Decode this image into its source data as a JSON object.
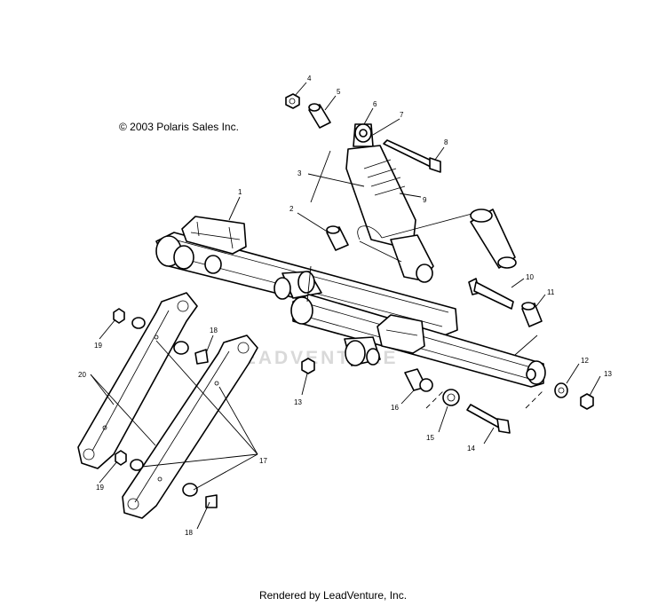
{
  "copyright": "© 2003 Polaris Sales Inc.",
  "footer": "Rendered by LeadVenture, Inc.",
  "watermark": "LEADVENTURE",
  "callouts": [
    {
      "id": "c1",
      "label": "1"
    },
    {
      "id": "c2",
      "label": "2"
    },
    {
      "id": "c3",
      "label": "3"
    },
    {
      "id": "c4",
      "label": "4"
    },
    {
      "id": "c5",
      "label": "5"
    },
    {
      "id": "c6",
      "label": "6"
    },
    {
      "id": "c7",
      "label": "7"
    },
    {
      "id": "c8",
      "label": "8"
    },
    {
      "id": "c9",
      "label": "9"
    },
    {
      "id": "c10",
      "label": "10"
    },
    {
      "id": "c11",
      "label": "11"
    },
    {
      "id": "c12",
      "label": "12"
    },
    {
      "id": "c13a",
      "label": "13"
    },
    {
      "id": "c13b",
      "label": "13"
    },
    {
      "id": "c14",
      "label": "14"
    },
    {
      "id": "c15",
      "label": "15"
    },
    {
      "id": "c16",
      "label": "16"
    },
    {
      "id": "c17",
      "label": "17"
    },
    {
      "id": "c18a",
      "label": "18"
    },
    {
      "id": "c18b",
      "label": "18"
    },
    {
      "id": "c19a",
      "label": "19"
    },
    {
      "id": "c19b",
      "label": "19"
    },
    {
      "id": "c20",
      "label": "20"
    }
  ]
}
